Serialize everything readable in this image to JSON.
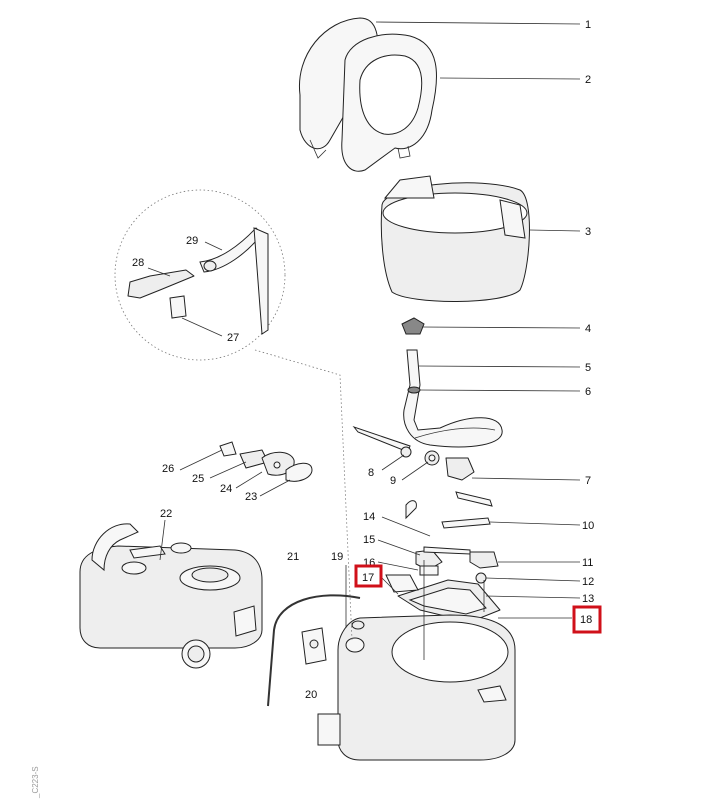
{
  "figure": {
    "code": "_C223-S",
    "highlight_color": "#d0101a",
    "callouts": [
      {
        "num": "1"
      },
      {
        "num": "2"
      },
      {
        "num": "3"
      },
      {
        "num": "4"
      },
      {
        "num": "5"
      },
      {
        "num": "6"
      },
      {
        "num": "7"
      },
      {
        "num": "8"
      },
      {
        "num": "9"
      },
      {
        "num": "10"
      },
      {
        "num": "11"
      },
      {
        "num": "12"
      },
      {
        "num": "13"
      },
      {
        "num": "14"
      },
      {
        "num": "15"
      },
      {
        "num": "16"
      },
      {
        "num": "17",
        "highlighted": true
      },
      {
        "num": "18",
        "highlighted": true
      },
      {
        "num": "19"
      },
      {
        "num": "20"
      },
      {
        "num": "21"
      },
      {
        "num": "22"
      },
      {
        "num": "23"
      },
      {
        "num": "24"
      },
      {
        "num": "25"
      },
      {
        "num": "26"
      },
      {
        "num": "27"
      },
      {
        "num": "28"
      },
      {
        "num": "29"
      }
    ]
  }
}
